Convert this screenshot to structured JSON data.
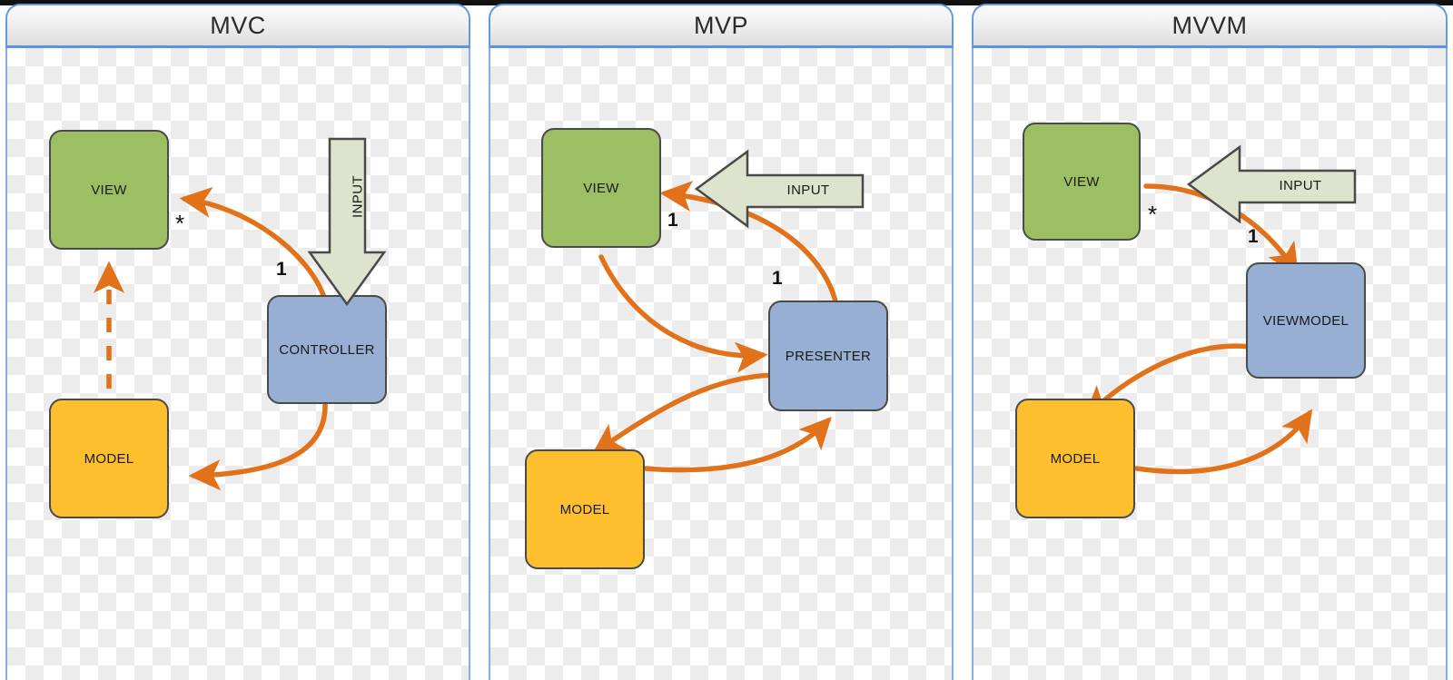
{
  "diagram": {
    "title_bar_count": 3,
    "panels": [
      {
        "id": "mvc",
        "title": "MVC",
        "nodes": [
          {
            "key": "view",
            "label": "VIEW",
            "type": "view"
          },
          {
            "key": "ctrl",
            "label": "CONTROLLER",
            "type": "controller"
          },
          {
            "key": "model",
            "label": "MODEL",
            "type": "model"
          }
        ],
        "input_arrow": {
          "label": "INPUT",
          "direction": "down"
        },
        "multiplicities": [
          {
            "label": "*",
            "near": "view"
          },
          {
            "label": "1",
            "near": "controller"
          }
        ],
        "edges": [
          {
            "from": "controller",
            "to": "view",
            "style": "solid"
          },
          {
            "from": "controller",
            "to": "model",
            "style": "solid"
          },
          {
            "from": "model",
            "to": "view",
            "style": "dashed"
          }
        ]
      },
      {
        "id": "mvp",
        "title": "MVP",
        "nodes": [
          {
            "key": "view",
            "label": "VIEW",
            "type": "view"
          },
          {
            "key": "pres",
            "label": "PRESENTER",
            "type": "controller"
          },
          {
            "key": "model",
            "label": "MODEL",
            "type": "model"
          }
        ],
        "input_arrow": {
          "label": "INPUT",
          "direction": "left"
        },
        "multiplicities": [
          {
            "label": "1",
            "near": "view"
          },
          {
            "label": "1",
            "near": "presenter"
          }
        ],
        "edges": [
          {
            "from": "presenter",
            "to": "view",
            "style": "solid"
          },
          {
            "from": "view",
            "to": "presenter",
            "style": "solid"
          },
          {
            "from": "presenter",
            "to": "model",
            "style": "solid"
          },
          {
            "from": "model",
            "to": "presenter",
            "style": "solid"
          }
        ]
      },
      {
        "id": "mvvm",
        "title": "MVVM",
        "nodes": [
          {
            "key": "view",
            "label": "VIEW",
            "type": "view"
          },
          {
            "key": "vm",
            "label": "VIEWMODEL",
            "type": "controller"
          },
          {
            "key": "model",
            "label": "MODEL",
            "type": "model"
          }
        ],
        "input_arrow": {
          "label": "INPUT",
          "direction": "left"
        },
        "multiplicities": [
          {
            "label": "*",
            "near": "view"
          },
          {
            "label": "1",
            "near": "viewmodel"
          }
        ],
        "edges": [
          {
            "from": "view",
            "to": "viewmodel",
            "style": "solid"
          },
          {
            "from": "viewmodel",
            "to": "model",
            "style": "solid"
          },
          {
            "from": "model",
            "to": "viewmodel",
            "style": "solid"
          }
        ]
      }
    ],
    "colors": {
      "view_fill": "#9DBF63",
      "controller_fill": "#96AFD3",
      "model_fill": "#FEBF2E",
      "node_stroke": "#4A4A4A",
      "arrow": "#E2721A",
      "input_fill": "#DDE3CC",
      "input_stroke": "#4A4A4A",
      "panel_border": "#85AEE4",
      "header_border": "#6699DD"
    }
  }
}
